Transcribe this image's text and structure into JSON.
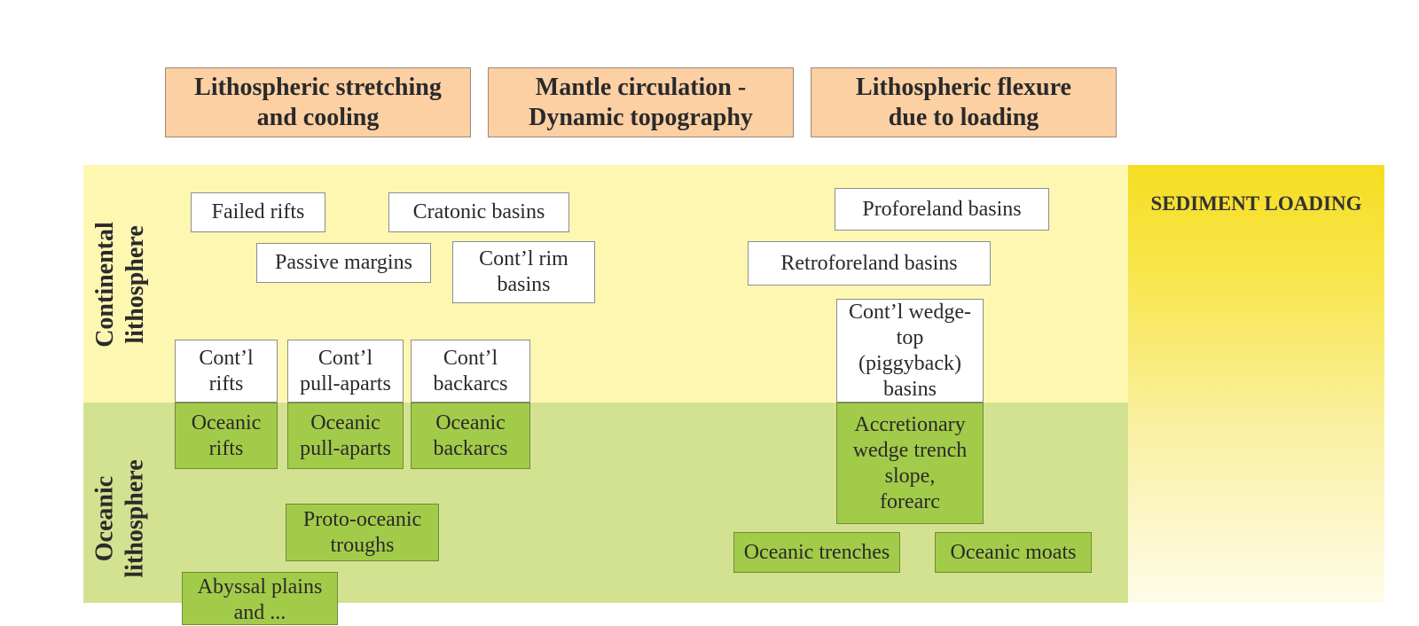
{
  "headers": {
    "stretching": "Lithospheric stretching\nand cooling",
    "mantle": "Mantle circulation -\nDynamic topography",
    "flexure": "Lithospheric flexure\ndue to loading"
  },
  "row_labels": {
    "continental": "Continental\nlithosphere",
    "oceanic": "Oceanic\nlithosphere"
  },
  "sediment_label": "SEDIMENT LOADING",
  "boxes": {
    "failed_rifts": "Failed rifts",
    "cratonic_basins": "Cratonic basins",
    "passive_margins": "Passive margins",
    "contl_rim_basins": "Cont’l rim\nbasins",
    "contl_rifts": "Cont’l\nrifts",
    "contl_pull_aparts": "Cont’l\npull-aparts",
    "contl_backarcs": "Cont’l\nbackarcs",
    "oceanic_rifts": "Oceanic\nrifts",
    "oceanic_pull_aparts": "Oceanic\npull-aparts",
    "oceanic_backarcs": "Oceanic\nbackarcs",
    "proto_oceanic_troughs": "Proto-oceanic\ntroughs",
    "abyssal_plains": "Abyssal plains\nand ...",
    "proforeland_basins": "Proforeland basins",
    "retroforeland_basins": "Retroforeland basins",
    "contl_wedge_top": "Cont’l wedge-\ntop\n(piggyback)\nbasins",
    "accretionary_wedge": "Accretionary\nwedge trench\nslope,\nforearc",
    "oceanic_trenches": "Oceanic trenches",
    "oceanic_moats": "Oceanic moats"
  },
  "colors": {
    "header_fill": "#fcd0a3",
    "continental_band": "#fdf7b2",
    "oceanic_band": "#d3e290",
    "oceanic_box": "#a3cb4a",
    "sediment_top": "#f6dd22"
  }
}
